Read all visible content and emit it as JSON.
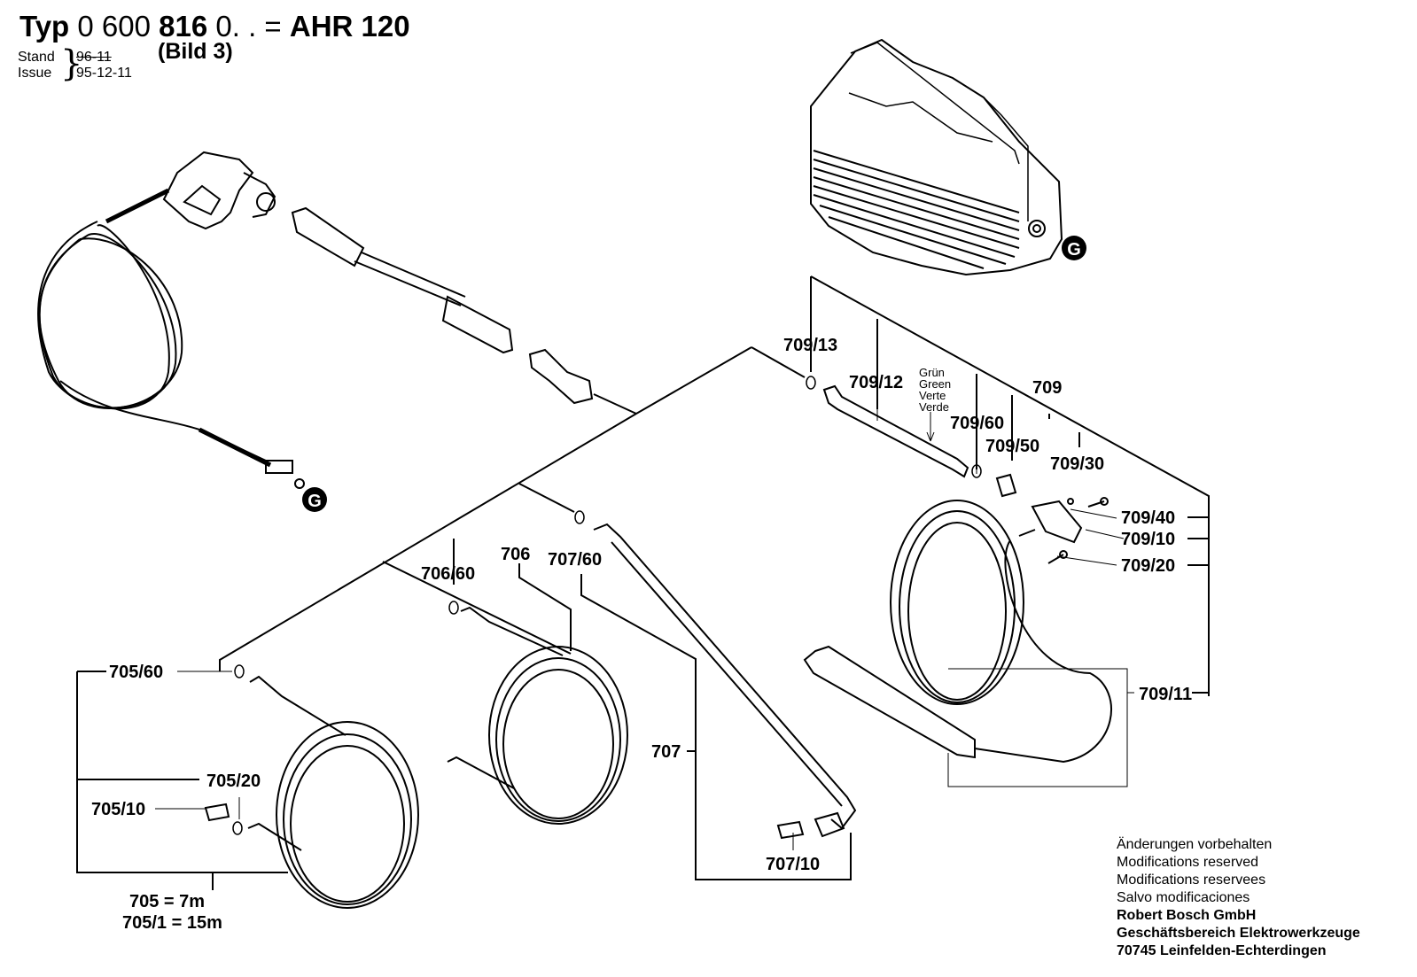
{
  "header": {
    "typ": "Typ",
    "num_a": "0 600",
    "num_b": "816",
    "num_c": "0. . =",
    "model": "AHR 120",
    "bild": "(Bild 3)",
    "stand_label": "Stand",
    "issue_label": "Issue",
    "stand_old": "96-11",
    "issue_date": "95-12-11"
  },
  "labels": {
    "g1": "G",
    "g2": "G",
    "l709_13": "709/13",
    "l709_12": "709/12",
    "l709": "709",
    "l709_60": "709/60",
    "l709_50": "709/50",
    "l709_30": "709/30",
    "l709_40": "709/40",
    "l709_10": "709/10",
    "l709_20": "709/20",
    "l709_11": "709/11",
    "l706": "706",
    "l706_60": "706/60",
    "l707_60": "707/60",
    "l705_60": "705/60",
    "l705_20": "705/20",
    "l705_10": "705/10",
    "l707": "707",
    "l707_10": "707/10",
    "l705_7m": "705 = 7m",
    "l705_15m": "705/1 = 15m"
  },
  "color_note": [
    "Grün",
    "Green",
    "Verte",
    "Verde"
  ],
  "footer": {
    "line1": "Änderungen vorbehalten",
    "line2": "Modifications reserved",
    "line3": "Modifications reservees",
    "line4": "Salvo modificaciones",
    "company": "Robert Bosch GmbH",
    "division": "Geschäftsbereich Elektrowerkzeuge",
    "address": "70745 Leinfelden-Echterdingen"
  }
}
